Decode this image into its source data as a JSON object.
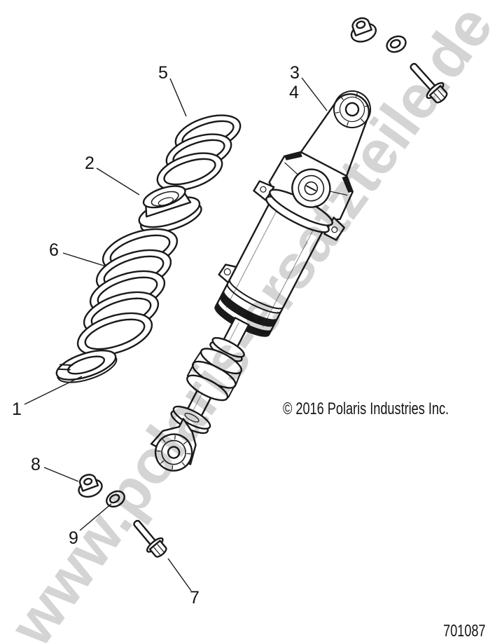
{
  "diagram": {
    "watermark": "www.polaris-ersatzteile.de",
    "copyright": "© 2016 Polaris Industries Inc.",
    "part_number": "701087",
    "callouts": [
      "1",
      "2",
      "3",
      "4",
      "5",
      "6",
      "7",
      "8",
      "9"
    ],
    "colors": {
      "line": "#1a1a1a",
      "watermark": "#d4d4d4",
      "background": "#ffffff"
    }
  }
}
